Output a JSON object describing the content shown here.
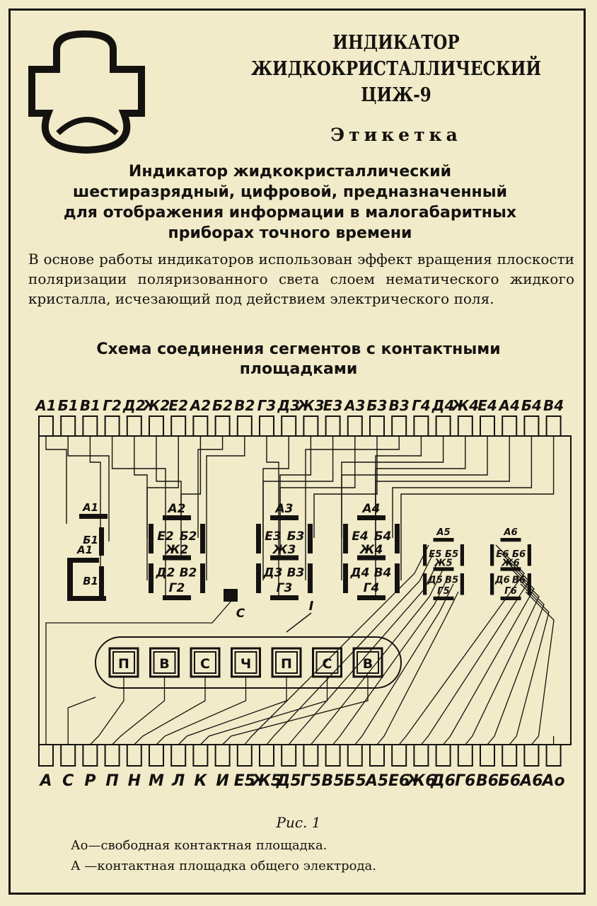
{
  "header": {
    "title_lines": [
      "ИНДИКАТОР",
      "ЖИДКОКРИСТАЛЛИЧЕСКИЙ",
      "ЦИЖ-9"
    ],
    "label": "Этикетка"
  },
  "subtitle_lines": [
    "Индикатор жидкокристаллический",
    "шестиразрядный, цифровой, предназначенный",
    "для отображения информации в малогабаритных",
    "приборах точного времени"
  ],
  "paragraph": "В основе работы индикаторов использован эффект вращения плоскости поляризации поляризованного света слоем нематического жидкого кристалла, исчезающий под действием электрического поля.",
  "schema_title_lines": [
    "Схема соединения сегментов с контактными",
    "площадками"
  ],
  "diagram": {
    "top_pins": [
      "А1",
      "Б1",
      "В1",
      "Г2",
      "Д2",
      "Ж2",
      "Е2",
      "А2",
      "Б2",
      "В2",
      "Г3",
      "Д3",
      "Ж3",
      "Е3",
      "А3",
      "Б3",
      "В3",
      "Г4",
      "Д4",
      "Ж4",
      "Е4",
      "А4",
      "Б4",
      "В4"
    ],
    "bottom_pins": [
      "А",
      "С",
      "Р",
      "П",
      "Н",
      "М",
      "Л",
      "К",
      "И",
      "Е5",
      "Ж5",
      "Д5",
      "Г5",
      "В5",
      "Б5",
      "А5",
      "Е6",
      "Ж6",
      "Д6",
      "Г6",
      "В6",
      "Б6",
      "А6",
      "Ао"
    ],
    "digit1_labels": [
      "А1",
      "Б1",
      "А1",
      "В1"
    ],
    "digits": [
      {
        "labels": [
          "А2",
          "Е2",
          "Б2",
          "Ж2",
          "Д2",
          "В2",
          "Г2"
        ]
      },
      {
        "labels": [
          "А3",
          "Е3",
          "Б3",
          "Ж3",
          "Д3",
          "В3",
          "Г3"
        ]
      },
      {
        "labels": [
          "А4",
          "Е4",
          "Б4",
          "Ж4",
          "Д4",
          "В4",
          "Г4"
        ]
      },
      {
        "labels": [
          "А5",
          "Е5",
          "Б5",
          "Ж5",
          "Д5",
          "В5",
          "Г5"
        ]
      },
      {
        "labels": [
          "А6",
          "Е6",
          "Б6",
          "Ж6",
          "Д6",
          "В6",
          "Г6"
        ]
      }
    ],
    "colon_label": "С",
    "group_label": "I",
    "weekdays": [
      "П",
      "В",
      "С",
      "Ч",
      "П",
      "С",
      "В"
    ]
  },
  "caption": "Рис. 1",
  "notes": [
    "Ао—свободная контактная площадка.",
    "А —контактная площадка общего электрода."
  ]
}
